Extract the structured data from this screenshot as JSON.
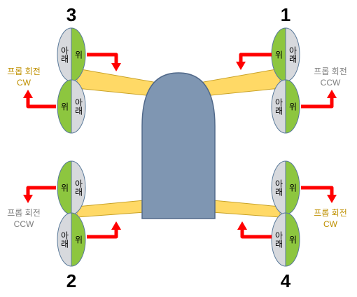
{
  "colors": {
    "body": "#7f96b2",
    "body_stroke": "#51698a",
    "arm": "#ffd966",
    "arm_stroke": "#c9a227",
    "prop_top": "#8dc63f",
    "prop_bottom": "#d7d9dd",
    "prop_stroke": "#5a7a9a",
    "arrow": "#ff0000",
    "label_cw": "#bf9000",
    "label_ccw": "#7f7f7f",
    "number": "#000000"
  },
  "rotors": [
    {
      "id": "3",
      "number": "3",
      "top_label": "위",
      "bottom_label": "아래",
      "direction_text": "프롭 회전",
      "direction": "CW"
    },
    {
      "id": "1",
      "number": "1",
      "top_label": "위",
      "bottom_label": "아래",
      "direction_text": "프롭 회전",
      "direction": "CCW"
    },
    {
      "id": "2",
      "number": "2",
      "top_label": "위",
      "bottom_label": "아래",
      "direction_text": "프롭 회전",
      "direction": "CCW"
    },
    {
      "id": "4",
      "number": "4",
      "top_label": "위",
      "bottom_label": "아래",
      "direction_text": "프롭 회전",
      "direction": "CW"
    }
  ]
}
